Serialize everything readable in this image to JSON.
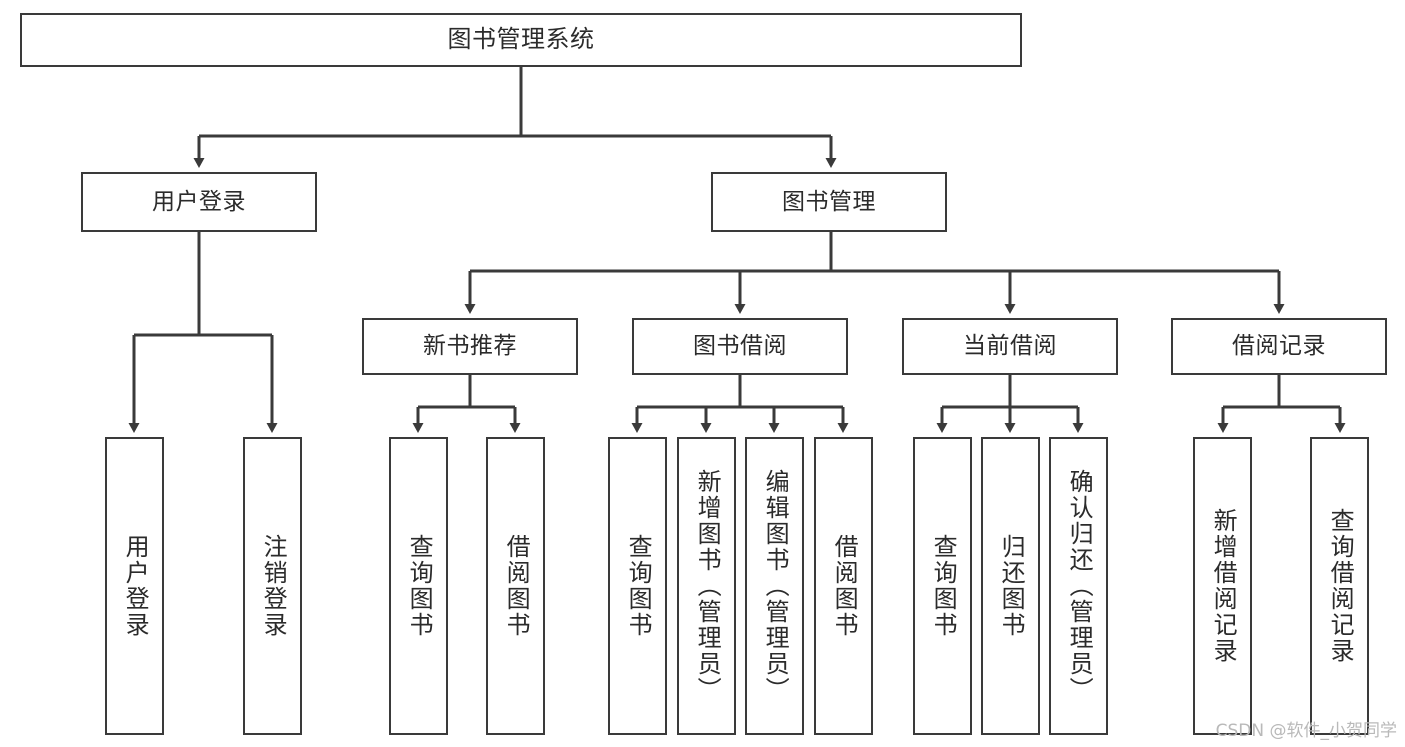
{
  "diagram": {
    "type": "tree-hierarchy",
    "title": "图书管理系统",
    "root": {
      "label": "图书管理系统"
    },
    "level2": [
      {
        "label": "用户登录"
      },
      {
        "label": "图书管理"
      }
    ],
    "level3": [
      {
        "label": "新书推荐"
      },
      {
        "label": "图书借阅"
      },
      {
        "label": "当前借阅"
      },
      {
        "label": "借阅记录"
      }
    ],
    "leaves": {
      "user_login": [
        {
          "label": "用户登录"
        },
        {
          "label": "注销登录"
        }
      ],
      "new_book_recommend": [
        {
          "label": "查询图书"
        },
        {
          "label": "借阅图书"
        }
      ],
      "book_borrow": [
        {
          "label": "查询图书"
        },
        {
          "label": "新增图书（管理员）"
        },
        {
          "label": "编辑图书（管理员）"
        },
        {
          "label": "借阅图书"
        }
      ],
      "current_borrow": [
        {
          "label": "查询图书"
        },
        {
          "label": "归还图书"
        },
        {
          "label": "确认归还（管理员）"
        }
      ],
      "borrow_record": [
        {
          "label": "新增借阅记录"
        },
        {
          "label": "查询借阅记录"
        }
      ]
    }
  },
  "watermark": {
    "text": "CSDN @软件_小贺同学"
  },
  "colors": {
    "border": "#3a3a3a",
    "background": "#ffffff",
    "text": "#2b2b2b",
    "watermark": "#b9b9b9"
  }
}
